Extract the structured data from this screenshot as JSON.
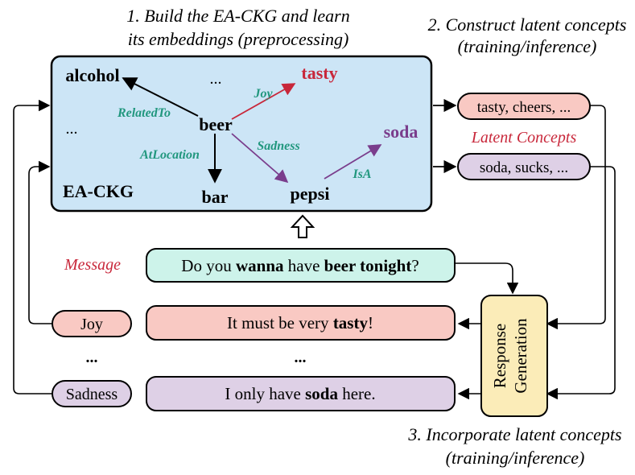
{
  "step1": {
    "line1": "1. Build the EA-CKG and learn",
    "line2": "its embeddings (preprocessing)"
  },
  "step2": {
    "line1": "2. Construct latent concepts",
    "line2": "(training/inference)"
  },
  "step3": {
    "line1": "3. Incorporate latent concepts",
    "line2": "(training/inference)"
  },
  "kg": {
    "label": "EA-CKG",
    "nodes": {
      "alcohol": "alcohol",
      "ellipsis_top": "...",
      "tasty": "tasty",
      "ellipsis_left": "...",
      "beer": "beer",
      "soda": "soda",
      "bar": "bar",
      "pepsi": "pepsi"
    },
    "edges": {
      "related_to": "RelatedTo",
      "joy": "Joy",
      "at_location": "AtLocation",
      "sadness": "Sadness",
      "is_a": "IsA"
    }
  },
  "latent": {
    "box1": "tasty, cheers, ...",
    "box2": "soda, sucks, ...",
    "label": "Latent Concepts"
  },
  "message": {
    "label": "Message",
    "parts": [
      "Do you ",
      "wanna",
      " have ",
      "beer tonight",
      "?"
    ]
  },
  "emotions": {
    "joy": "Joy",
    "ellipsis": "...",
    "sadness": "Sadness"
  },
  "responses": {
    "joy_parts": [
      "It must be very ",
      "tasty",
      "!"
    ],
    "ellipsis": "...",
    "sadness_parts": [
      "I only have ",
      "soda",
      " here."
    ]
  },
  "generator": {
    "line1": "Response",
    "line2": "Generation"
  },
  "colors": {
    "kg_fill": "#cce5f6",
    "message_fill": "#cdf3ea",
    "joy_fill": "#f9c9c3",
    "sadness_fill": "#ded0e6",
    "generator_fill": "#fbecb8",
    "red_text": "#c8273a",
    "purple": "#7a3d8c",
    "edge_label": "#21977e"
  },
  "icons": {
    "up_arrow": "hollow-up-arrow-icon"
  }
}
